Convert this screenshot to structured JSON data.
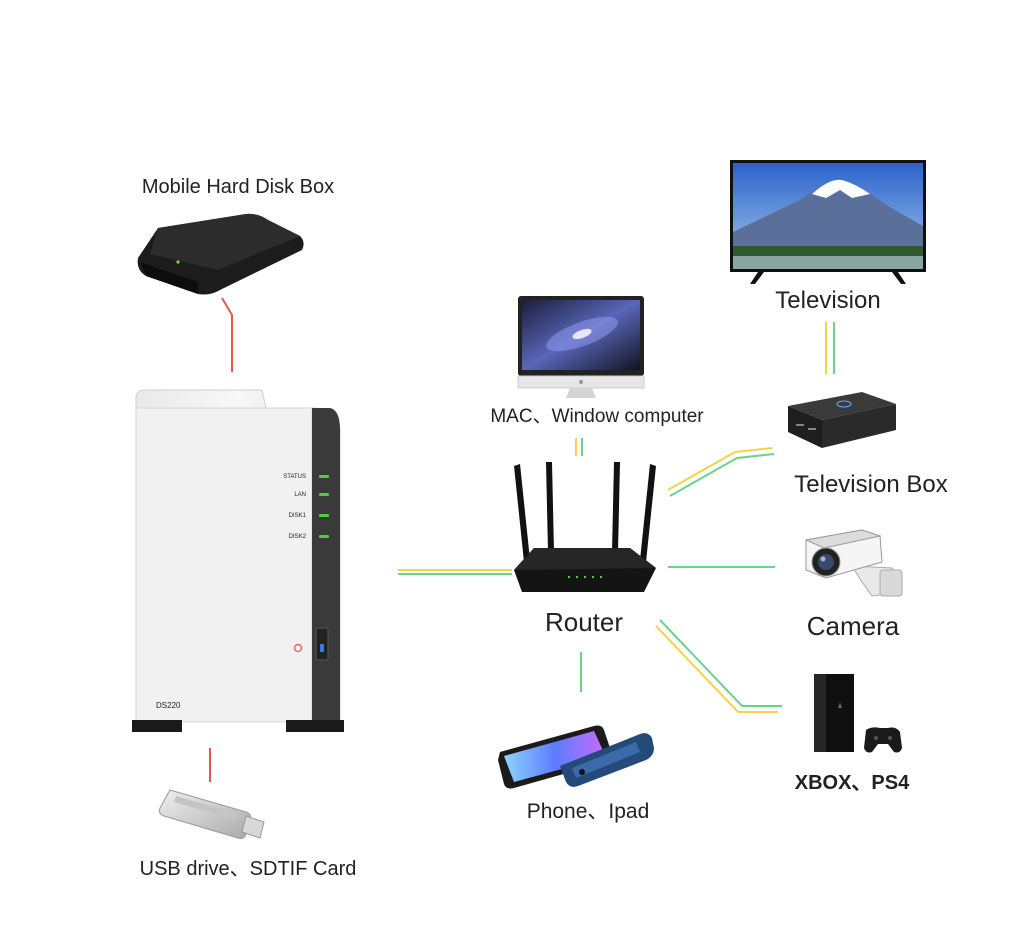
{
  "labels": {
    "mobile_hdd": "Mobile Hard Disk Box",
    "television": "Television",
    "computer": "MAC、Window computer",
    "tv_box": "Television Box",
    "router": "Router",
    "camera": "Camera",
    "console": "XBOX、PS4",
    "phone": "Phone、Ipad",
    "usb": "USB drive、SDTIF Card",
    "nas_model": "DS220",
    "nas_leds": [
      "STATUS",
      "LAN",
      "DISK1",
      "DISK2"
    ]
  },
  "colors": {
    "red_link": "#e05a4a",
    "yellow_link": "#f2d34a",
    "green_link": "#6ad48a",
    "led_green": "#4cd137"
  }
}
